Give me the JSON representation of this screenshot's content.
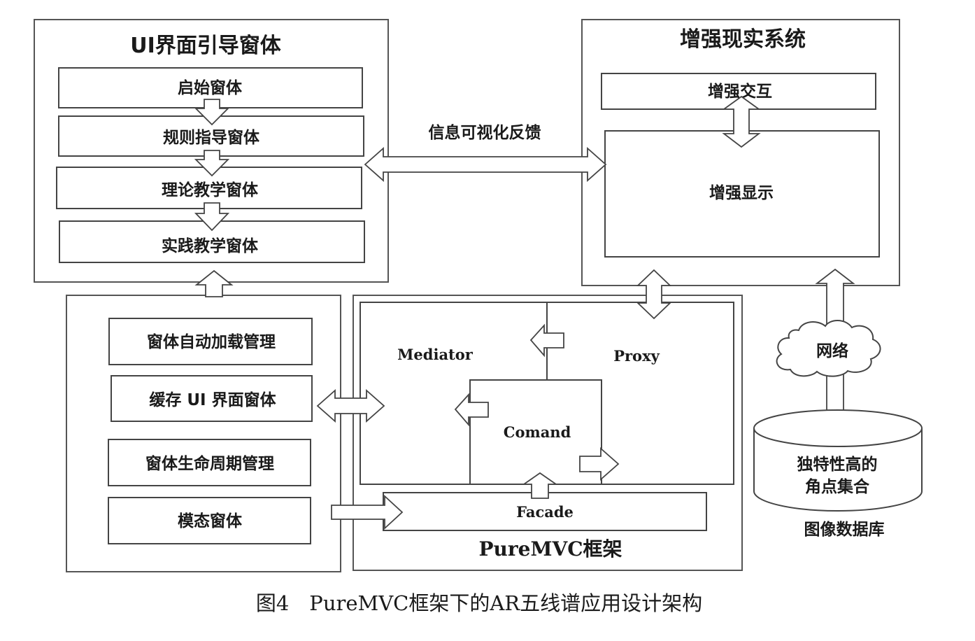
{
  "ui_guide": {
    "title": "UI界面引导窗体",
    "steps": [
      "启始窗体",
      "规则指导窗体",
      "理论教学窗体",
      "实践教学窗体"
    ]
  },
  "ar_system": {
    "title": "增强现实系统",
    "interaction": "增强交互",
    "display": "增强显示"
  },
  "feedback_label": "信息可视化反馈",
  "form_manager": {
    "items": [
      "窗体自动加载管理",
      "缓存 UI 界面窗体",
      "窗体生命周期管理",
      "模态窗体"
    ]
  },
  "puremvc": {
    "title": "PureMVC框架",
    "mediator": "Mediator",
    "proxy": "Proxy",
    "command": "Comand",
    "facade": "Facade"
  },
  "network_label": "网络",
  "database": {
    "lines": [
      "独特性高的",
      "角点集合"
    ],
    "caption": "图像数据库"
  },
  "figure_caption": "图4　PureMVC框架下的AR五线谱应用设计架构"
}
